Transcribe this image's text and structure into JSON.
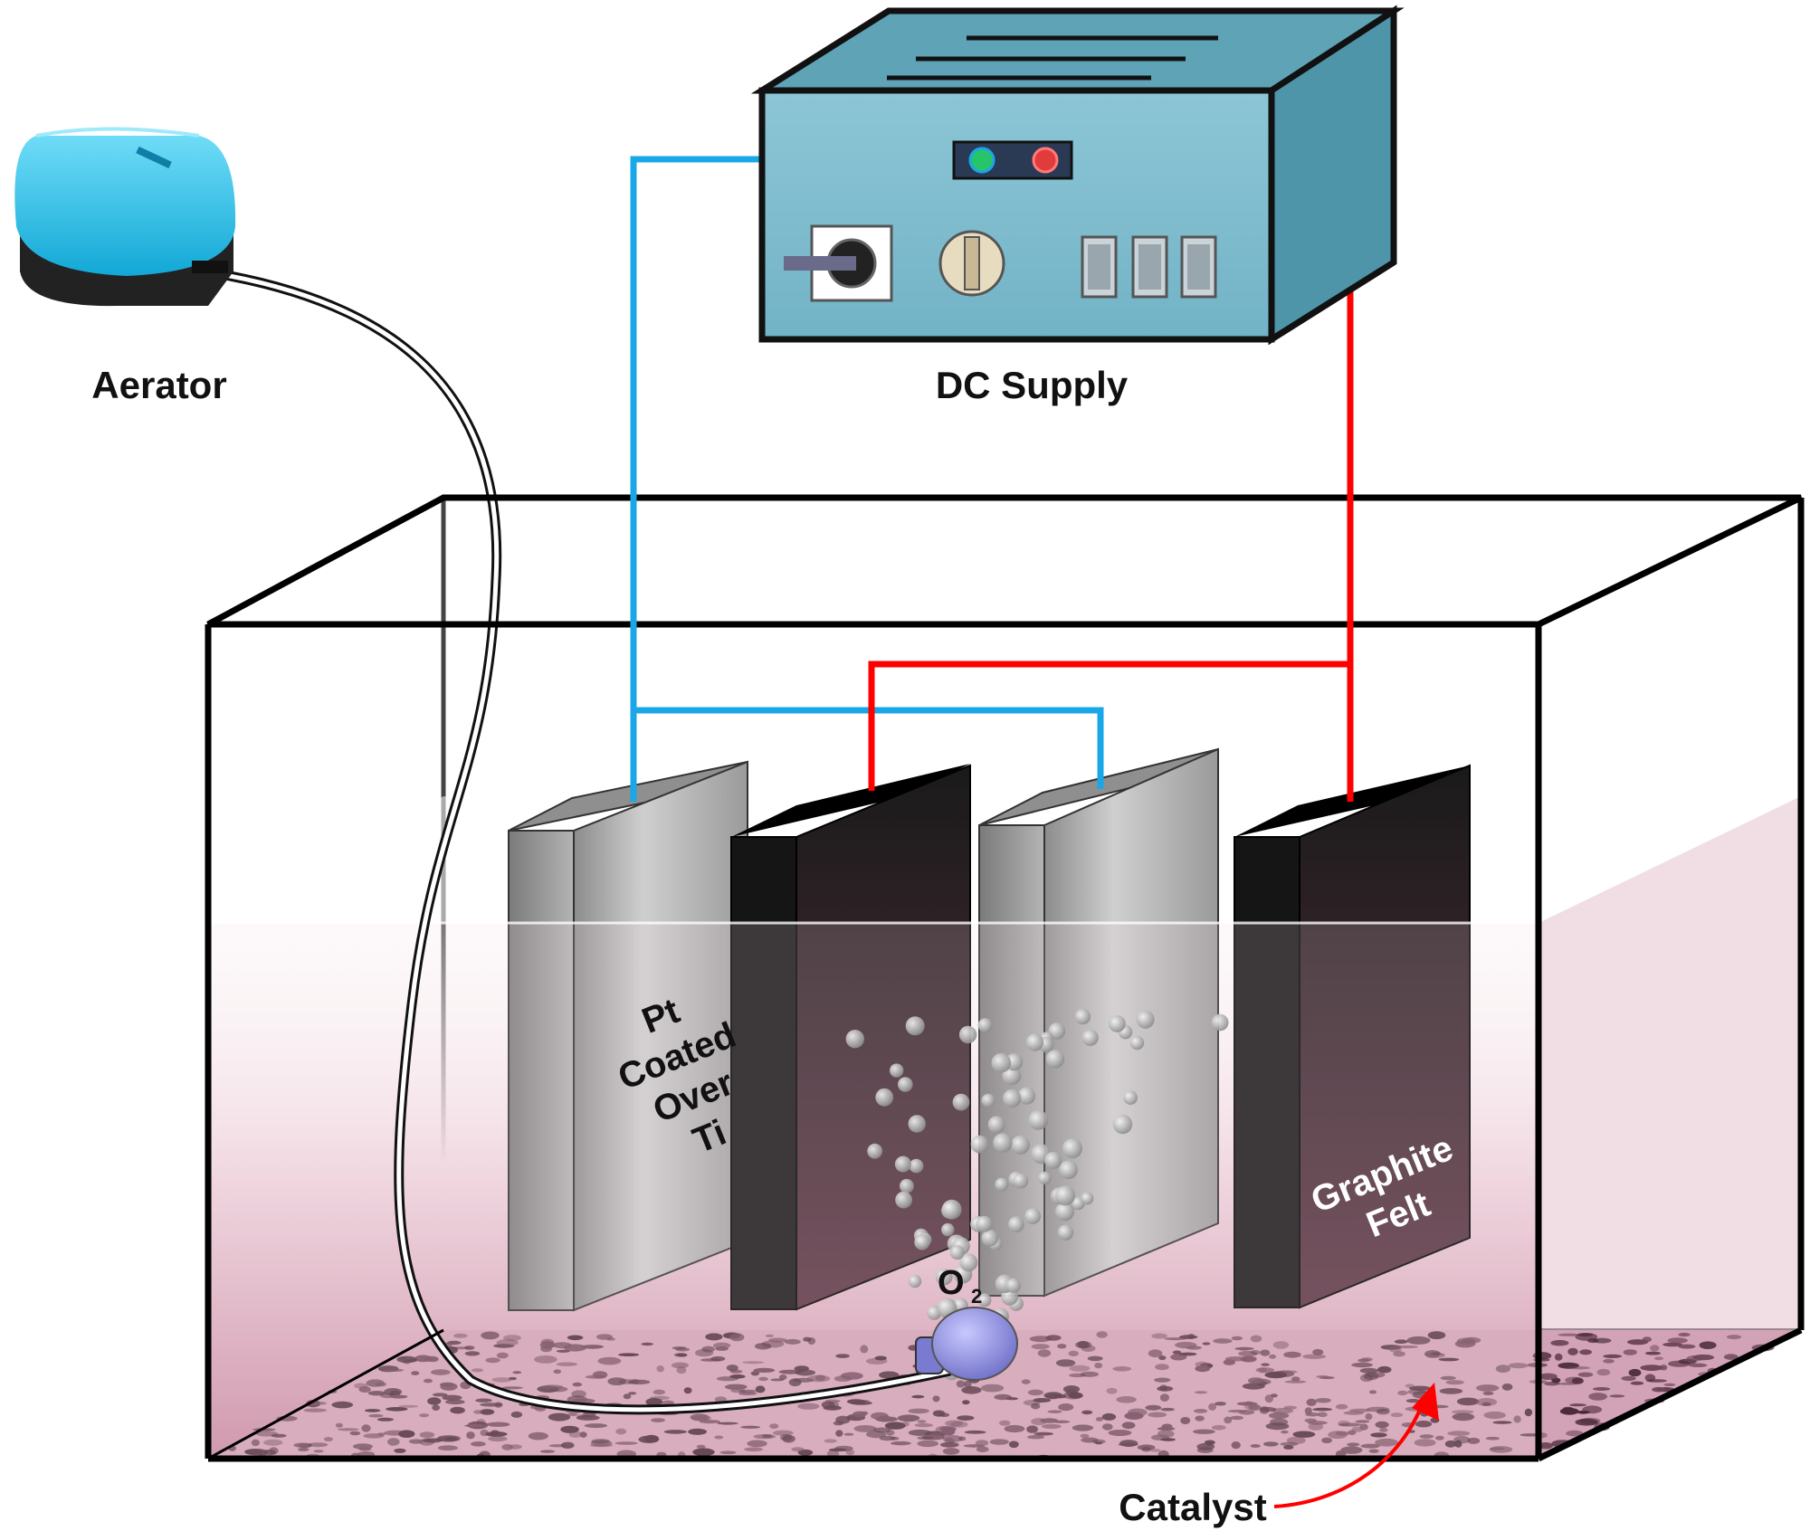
{
  "labels": {
    "aerator": "Aerator",
    "dc_supply": "DC Supply",
    "anode_1": [
      "Pt",
      "Coated",
      "Over",
      "Ti"
    ],
    "cathode_2": [
      "Graphite",
      "Felt"
    ],
    "oxygen_main": "O",
    "oxygen_sub": "2",
    "catalyst": "Catalyst"
  },
  "colors": {
    "positive_wire": "#ff0000",
    "negative_wire": "#1aa7e8",
    "supply_body": "#6fb6c9",
    "aerator_body": "#20b7e0",
    "solution": "#d9a6b8",
    "graphite": "#111111",
    "titanium": "#9a9a9a"
  },
  "icons": {
    "aerator": "air-pump-icon",
    "supply": "power-supply-icon",
    "diffuser": "air-stone-icon"
  }
}
